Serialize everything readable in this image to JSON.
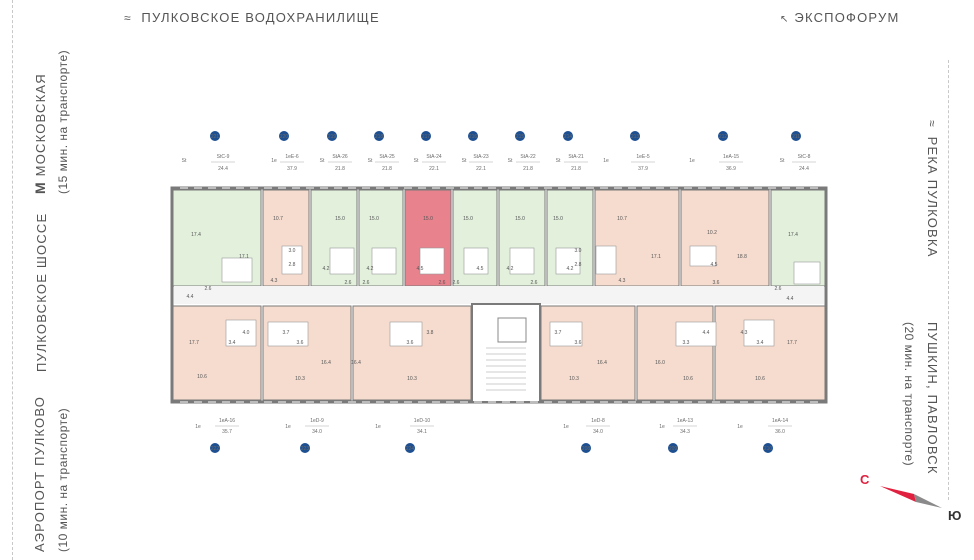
{
  "landmarks": {
    "top_left": "ПУЛКОВСКОЕ ВОДОХРАНИЛИЩЕ",
    "top_right": "ЭКСПОФОРУМ",
    "left_metro_title": "МОСКОВСКАЯ",
    "left_metro_sub": "(15 мин. на транспорте)",
    "left_road": "ПУЛКОВСКОЕ ШОССЕ",
    "left_airport_title": "АЭРОПОРТ ПУЛКОВО",
    "left_airport_sub": "(10 мин. на транспорте)",
    "right_river": "РЕКА ПУЛКОВКА",
    "right_town_title": "ПУШКИН, ПАВЛОВСК",
    "right_town_sub": "(20 мин. на транспорте)"
  },
  "icons": {
    "metro": "metro-m-icon",
    "water": "water-waves-icon",
    "compass": "compass-arrow-icon"
  },
  "compass": {
    "north": "С",
    "south": "Ю",
    "accent": "#e0213f"
  },
  "colors": {
    "studio": "#e2f0dc",
    "one_room": "#f6dccf",
    "selected": "#e8828d",
    "dot": "#1d4f91",
    "wall": "#7a7a7a"
  },
  "top_units": [
    {
      "type": "St",
      "code": "StC-9",
      "area": "24.4",
      "dot": "221"
    },
    {
      "type": "1e",
      "code": "1eE-6",
      "area": "37.9",
      "dot": "220"
    },
    {
      "type": "St",
      "code": "StA-26",
      "area": "21.8",
      "dot": "219"
    },
    {
      "type": "St",
      "code": "StA-25",
      "area": "21.8",
      "dot": "218"
    },
    {
      "type": "St",
      "code": "StA-24",
      "area": "22.1",
      "dot": "217"
    },
    {
      "type": "St",
      "code": "StA-23",
      "area": "22.1",
      "dot": "216"
    },
    {
      "type": "St",
      "code": "StA-22",
      "area": "21.8",
      "dot": "215"
    },
    {
      "type": "St",
      "code": "StA-21",
      "area": "21.8",
      "dot": "214"
    },
    {
      "type": "1e",
      "code": "1eE-5",
      "area": "37.9",
      "dot": "213"
    },
    {
      "type": "1e",
      "code": "1eA-15",
      "area": "36.9",
      "dot": "212"
    },
    {
      "type": "St",
      "code": "StC-8",
      "area": "24.4",
      "dot": "211"
    }
  ],
  "bottom_units": [
    {
      "type": "1e",
      "code": "1eA-16",
      "area": "35.7",
      "dot": "222"
    },
    {
      "type": "1e",
      "code": "1eD-9",
      "area": "34.0",
      "dot": "223"
    },
    {
      "type": "1e",
      "code": "1eD-10",
      "area": "34.1",
      "dot": "224"
    },
    {
      "type": "1e",
      "code": "1eD-8",
      "area": "34.0",
      "dot": "208"
    },
    {
      "type": "1e",
      "code": "1eA-13",
      "area": "34.3",
      "dot": "209"
    },
    {
      "type": "1e",
      "code": "1eA-14",
      "area": "36.0",
      "dot": "210"
    }
  ],
  "selected_unit": "StA-24",
  "room_labels_top": [
    "17.4",
    "17.1",
    "10.7",
    "3.0",
    "2.8",
    "4.3",
    "15.0",
    "4.2",
    "2.6",
    "15.0",
    "4.2",
    "2.6",
    "15.0",
    "4.5",
    "2.6",
    "15.0",
    "4.5",
    "2.6",
    "15.0",
    "4.2",
    "2.6",
    "15.0",
    "4.2",
    "3.0",
    "2.8",
    "10.7",
    "17.1",
    "4.3",
    "10.2",
    "4.5",
    "3.6",
    "18.8",
    "17.4",
    "4.4",
    "2.6",
    "4.4",
    "2.6"
  ],
  "room_labels_bottom": [
    "17.7",
    "4.0",
    "3.4",
    "10.6",
    "3.7",
    "3.6",
    "10.3",
    "16.4",
    "16.4",
    "3.6",
    "3.8",
    "10.3",
    "3.7",
    "3.6",
    "10.3",
    "16.4",
    "16.0",
    "3.3",
    "10.6",
    "4.4",
    "4.3",
    "3.4",
    "10.6",
    "17.7"
  ]
}
